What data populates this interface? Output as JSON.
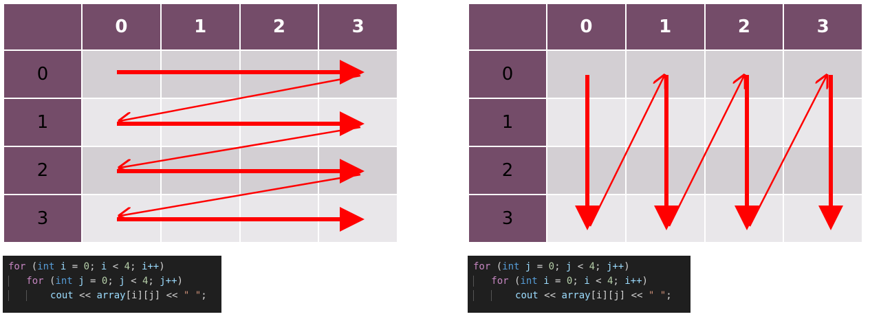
{
  "left": {
    "col_headers": [
      "0",
      "1",
      "2",
      "3"
    ],
    "row_headers": [
      "0",
      "1",
      "2",
      "3"
    ],
    "code": {
      "line1": {
        "kw": "for",
        "open": " (",
        "ty": "int",
        "var": "i",
        "eq": " = ",
        "n0": "0",
        "sep1": "; ",
        "var2": "i",
        "lt": " < ",
        "n4": "4",
        "sep2": "; ",
        "inc": "i++",
        "close": ")"
      },
      "line2": {
        "kw": "for",
        "open": " (",
        "ty": "int",
        "var": "j",
        "eq": " = ",
        "n0": "0",
        "sep1": "; ",
        "var2": "j",
        "lt": " < ",
        "n4": "4",
        "sep2": "; ",
        "inc": "j++",
        "close": ")"
      },
      "line3": {
        "cout": "cout",
        "op1": " << ",
        "arr": "array",
        "idx": "[i][j]",
        "op2": " << ",
        "str": "\" \"",
        "end": ";"
      }
    }
  },
  "right": {
    "col_headers": [
      "0",
      "1",
      "2",
      "3"
    ],
    "row_headers": [
      "0",
      "1",
      "2",
      "3"
    ],
    "code": {
      "line1": {
        "kw": "for",
        "open": " (",
        "ty": "int",
        "var": "j",
        "eq": " = ",
        "n0": "0",
        "sep1": "; ",
        "var2": "j",
        "lt": " < ",
        "n4": "4",
        "sep2": "; ",
        "inc": "j++",
        "close": ")"
      },
      "line2": {
        "kw": "for",
        "open": " (",
        "ty": "int",
        "var": "i",
        "eq": " = ",
        "n0": "0",
        "sep1": "; ",
        "var2": "i",
        "lt": " < ",
        "n4": "4",
        "sep2": "; ",
        "inc": "i++",
        "close": ")"
      },
      "line3": {
        "cout": "cout",
        "op1": " << ",
        "arr": "array",
        "idx": "[i][j]",
        "op2": " << ",
        "str": "\" \"",
        "end": ";"
      }
    }
  },
  "colors": {
    "header": "#744c69",
    "band_dark": "#d3cfd3",
    "band_light": "#e9e7ea",
    "arrow": "#ff0000",
    "code_bg": "#1f1f1f"
  }
}
